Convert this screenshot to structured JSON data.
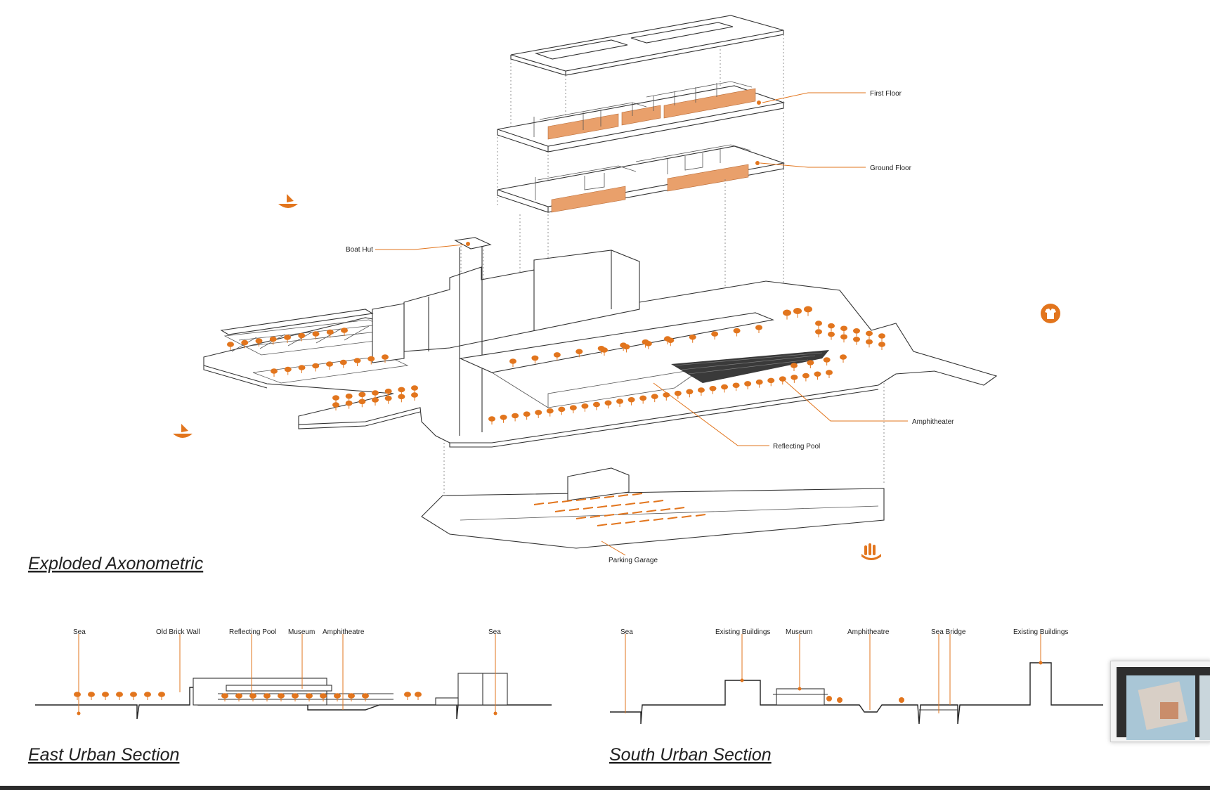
{
  "titles": {
    "axo": "Exploded Axonometric",
    "east": "East Urban Section",
    "south": "South Urban Section"
  },
  "axo_labels": {
    "first_floor": "First Floor",
    "ground_floor": "Ground Floor",
    "boat_hut": "Boat Hut",
    "amphitheater": "Amphitheater",
    "reflecting_pool": "Reflecting Pool",
    "parking_garage": "Parking Garage"
  },
  "east_labels": {
    "sea1": "Sea",
    "old_brick_wall": "Old Brick Wall",
    "reflecting_pool": "Reflecting Pool",
    "museum": "Museum",
    "amphitheatre": "Amphitheatre",
    "sea2": "Sea"
  },
  "south_labels": {
    "sea": "Sea",
    "existing_buildings1": "Existing Buildings",
    "museum": "Museum",
    "amphitheatre": "Amphitheatre",
    "sea_bridge": "Sea Bridge",
    "existing_buildings2": "Existing Buildings"
  },
  "colors": {
    "accent": "#e2751d",
    "line": "#333333",
    "wood": "#e9a06b"
  },
  "icons": [
    "boat-icon",
    "shirt-icon",
    "boat-icon",
    "hand-icon"
  ]
}
